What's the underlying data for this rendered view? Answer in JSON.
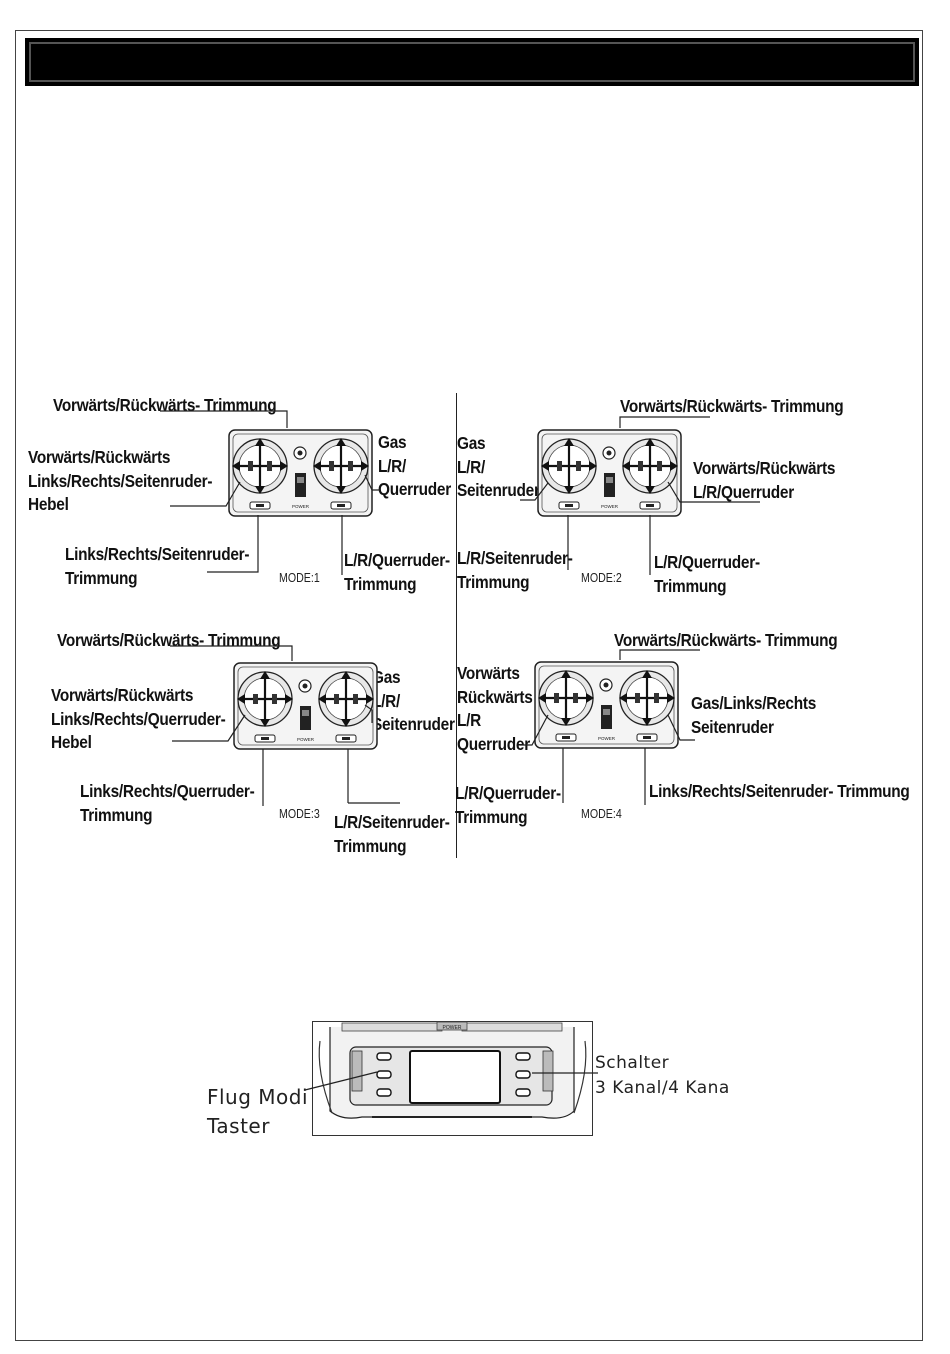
{
  "diagrams": [
    {
      "mode": "MODE:1",
      "labels": {
        "top_trim": "Vorwärts/Rückwärts- Trimmung",
        "left_stick": "Vorwärts/Rückwärts\nLinks/Rechts/Seitenruder-\nHebel",
        "right_stick": "Gas\nL/R/\nQuerruder",
        "left_trim": "Links/Rechts/Seitenruder-\nTrimmung",
        "right_trim": "L/R/Querruder-\nTrimmung"
      }
    },
    {
      "mode": "MODE:2",
      "labels": {
        "top_trim": "Vorwärts/Rückwärts- Trimmung",
        "left_stick": "Gas\nL/R/\nSeitenruder",
        "right_stick": "Vorwärts/Rückwärts\nL/R/Querruder",
        "left_trim": "L/R/Seitenruder-\nTrimmung",
        "right_trim": "L/R/Querruder-\nTrimmung"
      }
    },
    {
      "mode": "MODE:3",
      "labels": {
        "top_trim": "Vorwärts/Rückwärts- Trimmung",
        "left_stick": "Vorwärts/Rückwärts\nLinks/Rechts/Querruder-\nHebel",
        "right_stick": "Gas\nL/R/\nSeitenruder",
        "left_trim": "Links/Rechts/Querruder-\nTrimmung",
        "right_trim": "L/R/Seitenruder-\nTrimmung"
      }
    },
    {
      "mode": "MODE:4",
      "labels": {
        "top_trim": "Vorwärts/Rückwärts- Trimmung",
        "left_stick": "Vorwärts\nRückwärts\nL/R\nQuerruder",
        "right_stick": "Gas/Links/Rechts\nSeitenruder",
        "left_trim": "L/R/Querruder-\nTrimmung",
        "right_trim": "Links/Rechts/Seitenruder- Trimmung"
      }
    }
  ],
  "transmitter_power_label": "POWER",
  "switch_figure": {
    "left_label": "Flug Modi\nTaster",
    "right_label": "Schalter\n3 Kanal/4 Kana",
    "photo_power_label": "POWER"
  }
}
